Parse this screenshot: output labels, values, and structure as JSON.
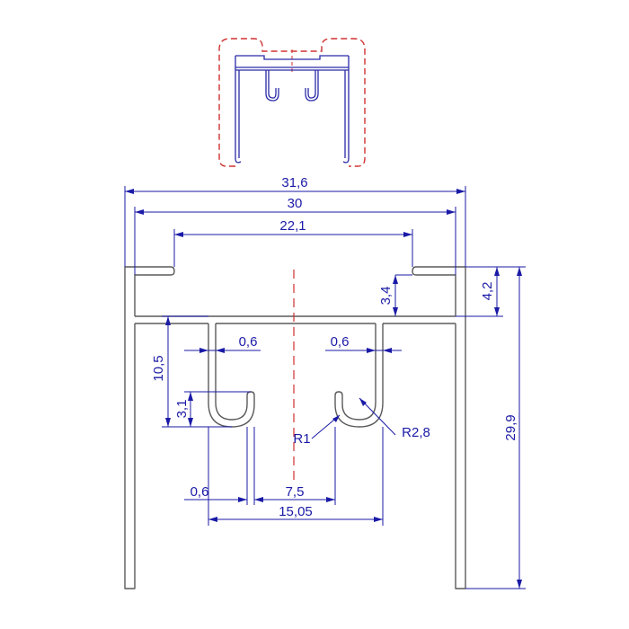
{
  "colors": {
    "profile": "#5a5a5a",
    "dimension": "#1a1aa6",
    "centerline": "#d03030",
    "thumbnail_outline": "#d03030",
    "thumbnail_inner": "#2a2aa8",
    "background": "#ffffff"
  },
  "dimensions": {
    "overall_width": "31,6",
    "inner_width": "30",
    "slot_opening": "22,1",
    "lip_depth": "3,4",
    "top_depth": "4,2",
    "hook_depth": "10,5",
    "hook_curl": "3,1",
    "total_height": "29,9",
    "wall_left": "0,6",
    "wall_right": "0,6",
    "hook_thickness": "0,6",
    "hook_gap": "7,5",
    "hook_span": "15,05",
    "inner_radius": "R1",
    "outer_radius": "R2,8"
  }
}
